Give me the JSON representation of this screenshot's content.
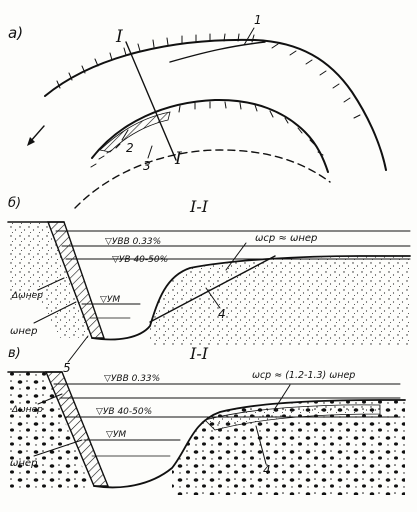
{
  "panel_a": {
    "label": "а)",
    "section_mark": "I",
    "callouts": [
      "1",
      "2",
      "3"
    ]
  },
  "panel_b": {
    "label": "б)",
    "section_title": "I-I",
    "levels": [
      "▽УВВ 0.33%",
      "▽УВ 40-50%",
      "▽УМ"
    ],
    "area_eq": "ωср ≈ ωнер",
    "delta": "Δωнер",
    "omega": "ωнер",
    "callouts": [
      "4",
      "5"
    ]
  },
  "panel_c": {
    "label": "в)",
    "section_title": "I-I",
    "levels": [
      "▽УВВ 0.33%",
      "▽УВ 40-50%",
      "▽УМ"
    ],
    "area_eq": "ωср ≈ (1.2-1.3) ωнер",
    "delta": "Δωнер",
    "omega": "ωнер",
    "callouts": [
      "4"
    ]
  }
}
